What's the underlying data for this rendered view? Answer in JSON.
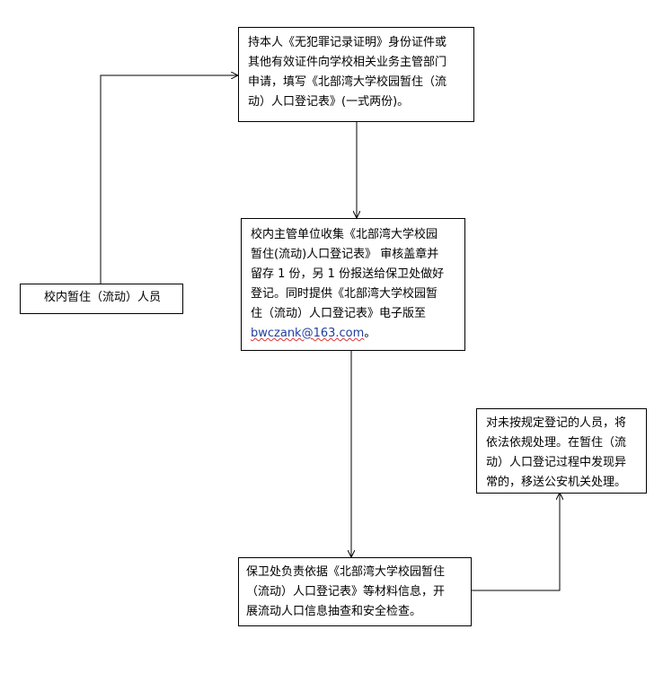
{
  "nodes": {
    "applicant": {
      "lines": [
        "校内暂住（流动）人员"
      ]
    },
    "apply": {
      "lines": [
        "持本人《无犯罪记录证明》身份证件或",
        "其他有效证件向学校相关业务主管部门",
        "申请，填写《北部湾大学校园暂住（流",
        "动）人口登记表》(一式两份)。"
      ]
    },
    "collect": {
      "lines": [
        "校内主管单位收集《北部湾大学校园",
        "暂住(流动)人口登记表》 审核盖章并",
        "留存 1 份，另 1 份报送给保卫处做好",
        "登记。同时提供《北部湾大学校园暂",
        "住（流动）人口登记表》电子版至"
      ],
      "email": "bwczank@163.com",
      "email_suffix": "。"
    },
    "security": {
      "lines": [
        "保卫处负责依据《北部湾大学校园暂住",
        "（流动）人口登记表》等材料信息，开",
        "展流动人口信息抽查和安全检查。"
      ]
    },
    "penalty": {
      "lines": [
        "对未按规定登记的人员，将",
        "依法依规处理。在暂住（流",
        "动）人口登记过程中发现异",
        "常的，移送公安机关处理。"
      ]
    }
  }
}
